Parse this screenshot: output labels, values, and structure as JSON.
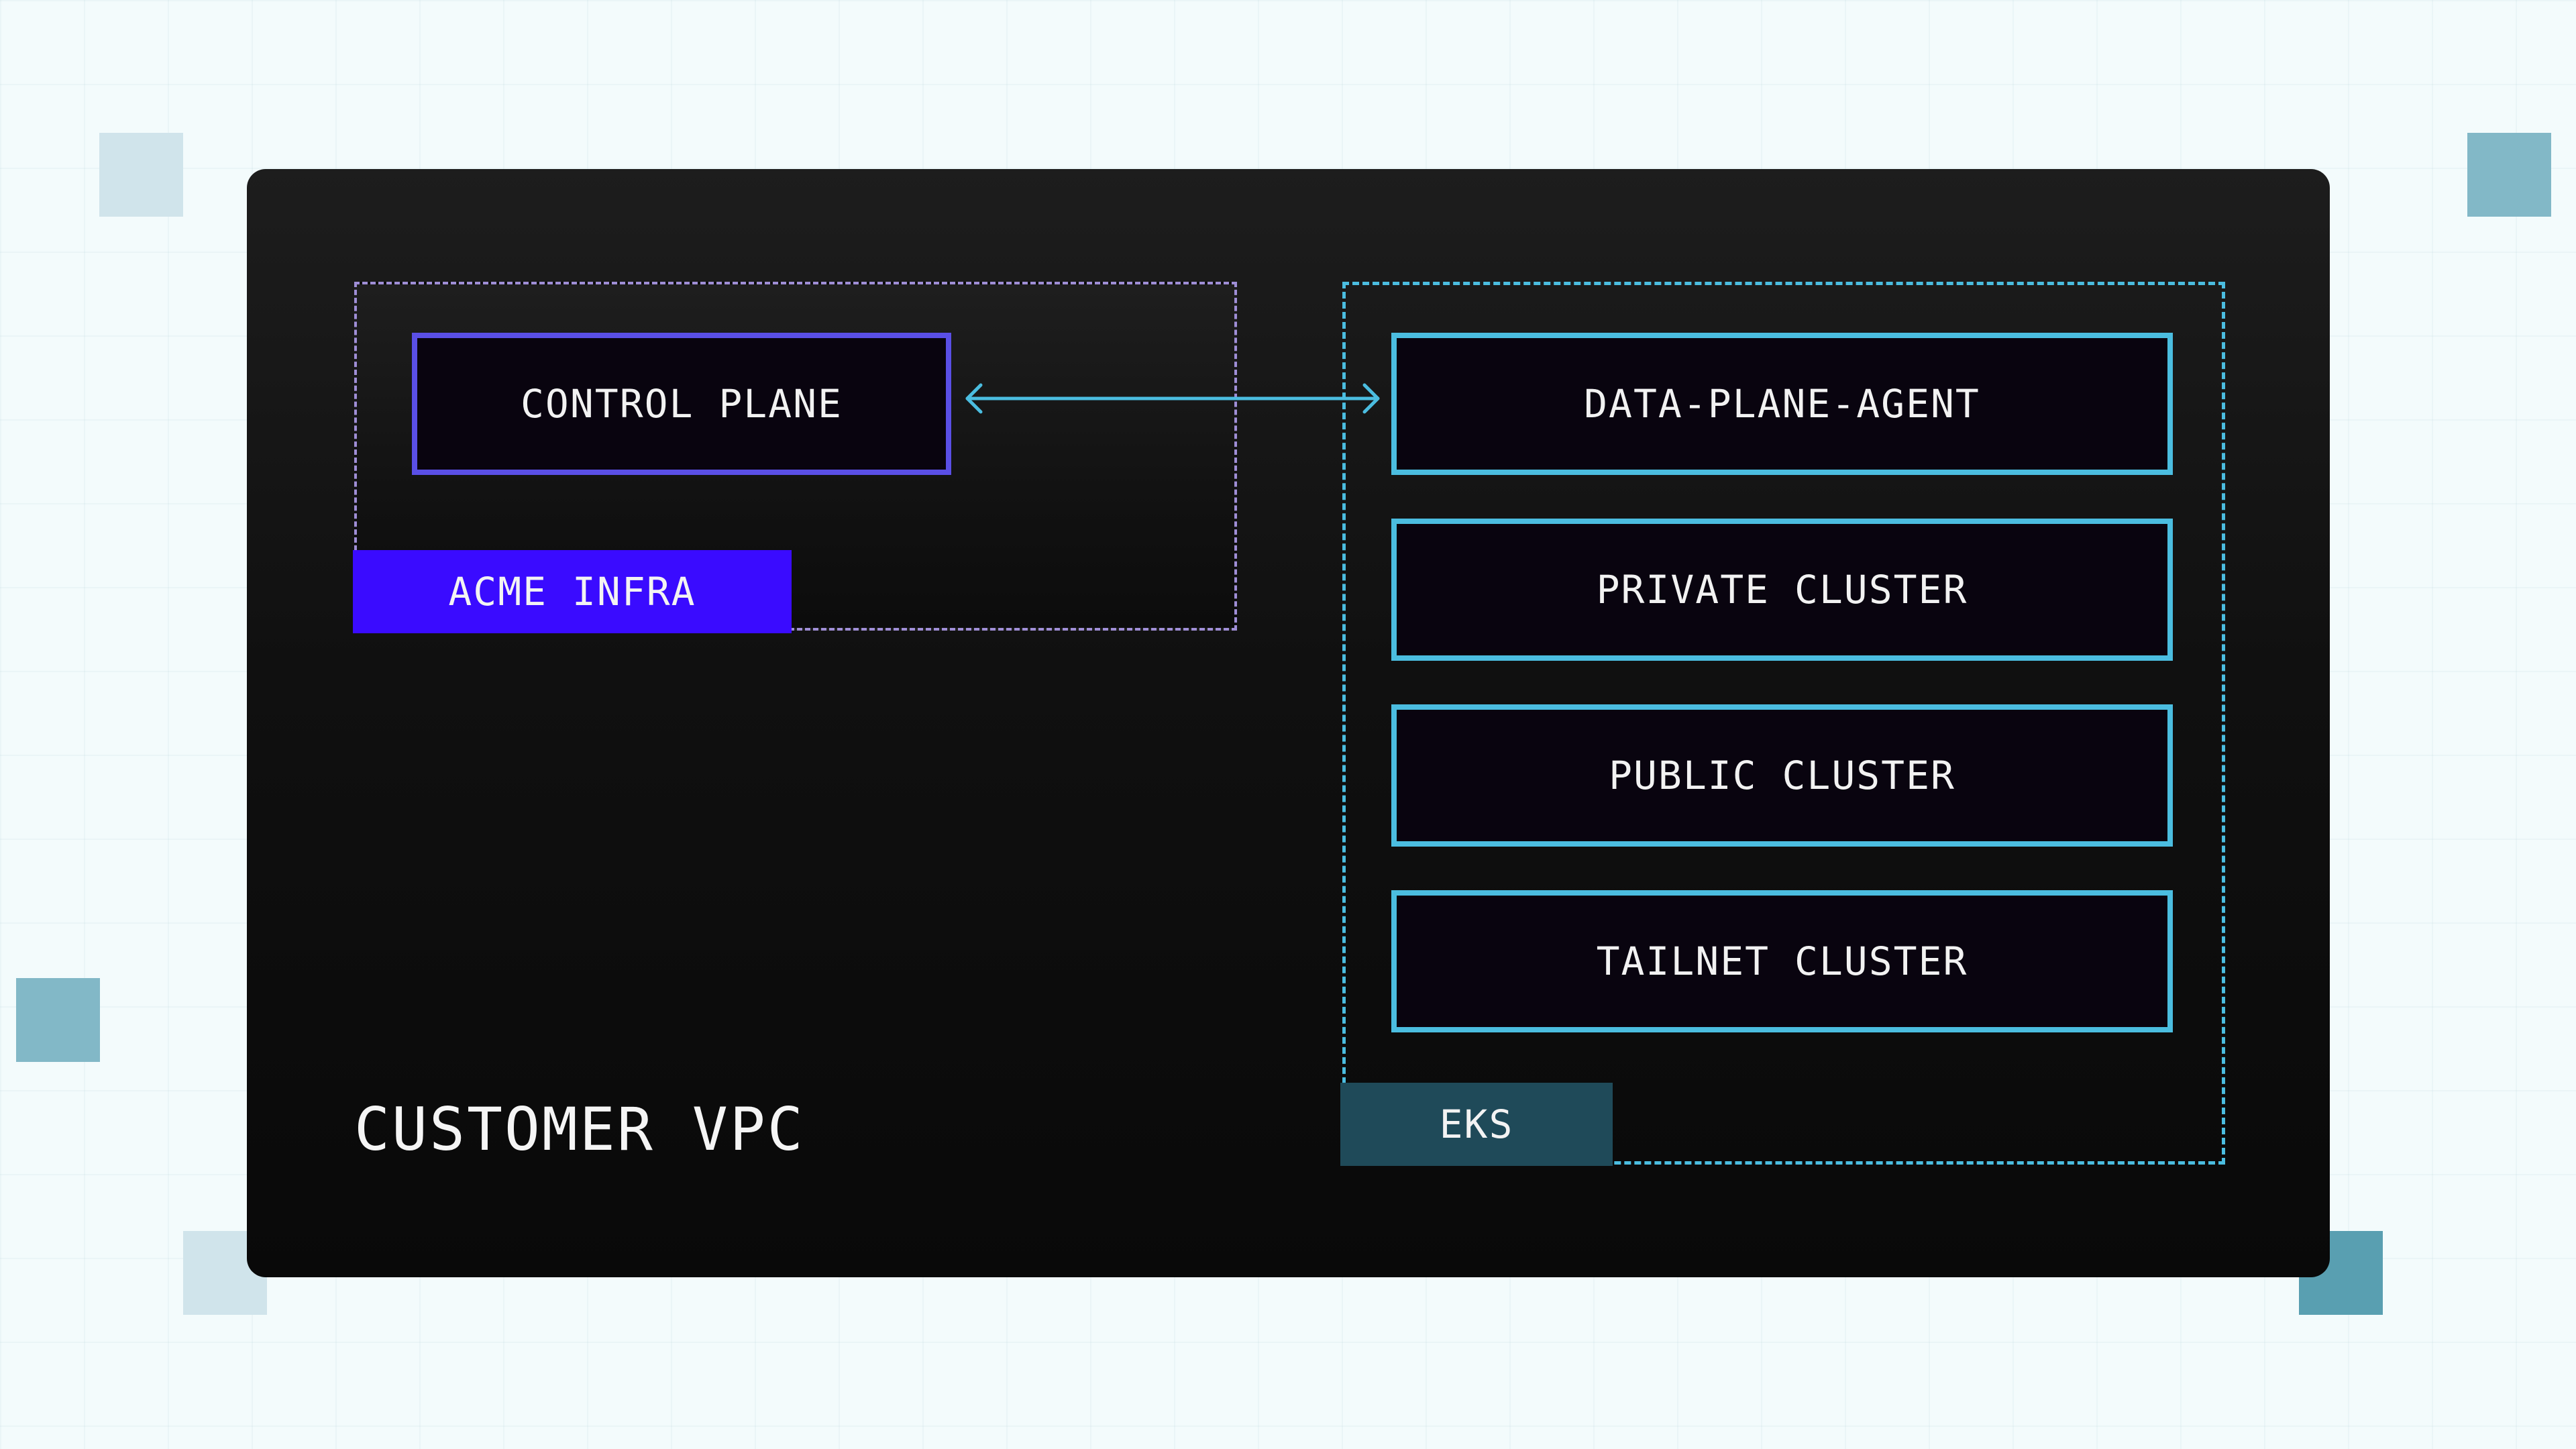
{
  "diagram": {
    "outer": {
      "label": "CUSTOMER VPC"
    },
    "groups": {
      "acme": {
        "label": "ACME INFRA",
        "accent": "#3a0bff",
        "border_color": "#9f8ed6"
      },
      "eks": {
        "label": "EKS",
        "accent": "#1f4a59",
        "border_color": "#4bbde0"
      }
    },
    "nodes": {
      "control_plane": "CONTROL PLANE",
      "data_plane_agent": "DATA-PLANE-AGENT",
      "private_cluster": "PRIVATE CLUSTER",
      "public_cluster": "PUBLIC CLUSTER",
      "tailnet_cluster": "TAILNET CLUSTER"
    },
    "edges": [
      {
        "from": "CONTROL PLANE",
        "to": "DATA-PLANE-AGENT",
        "direction": "bidirectional",
        "color": "#4bbde0"
      }
    ]
  }
}
